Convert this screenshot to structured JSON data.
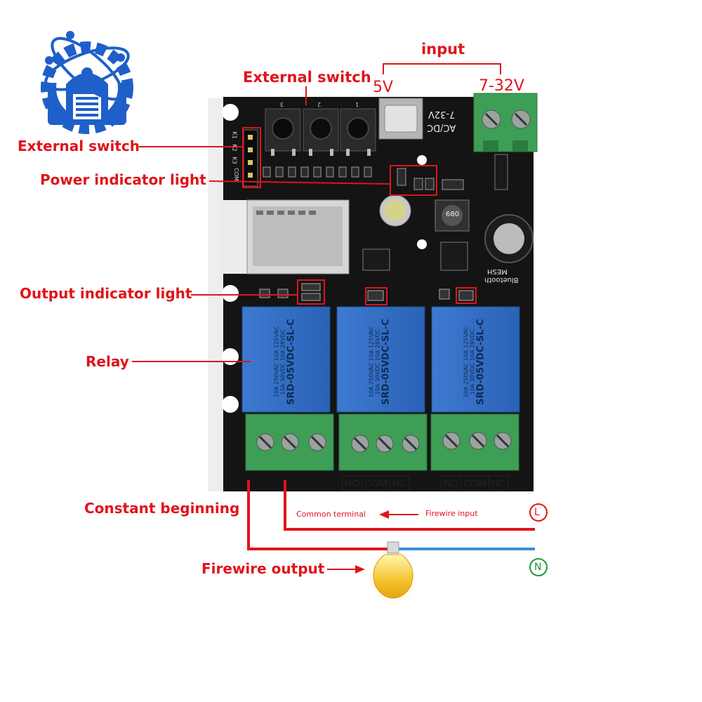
{
  "labels": {
    "input": "input",
    "five_v": "5V",
    "seven_32v": "7-32V",
    "external_switch_top": "External switch",
    "external_switch_left": "External switch",
    "power_indicator": "Power indicator light",
    "output_indicator": "Output indicator light",
    "relay": "Relay",
    "constant_beginning": "Constant beginning",
    "firewire_output": "Firewire output",
    "common_terminal": "Common terminal",
    "firewire_input": "Firewire input",
    "live_symbol": "L",
    "neutral_symbol": "N"
  },
  "board": {
    "pin_labels": [
      "K1",
      "K2",
      "K3",
      "COM"
    ],
    "button_numbers": [
      "3",
      "2",
      "1"
    ],
    "silkscreen_power": "AC/DC",
    "silkscreen_voltage": "7-32V",
    "silkscreen_bluetooth": "Bluetooth",
    "silkscreen_mesh": "MESH",
    "inductor_code": "680",
    "relays": [
      {
        "model": "SRD-05VDC-SL-C",
        "rating_a": "10A 250VAC  10A 125VAC",
        "rating_b": "10A 30VDC  10A 28VDC"
      },
      {
        "model": "SRD-05VDC-SL-C",
        "rating_a": "10A 250VAC  10A 125VAC",
        "rating_b": "10A 30VDC  10A 28VDC"
      },
      {
        "model": "SRD-05VDC-SL-C",
        "rating_a": "10A 250VAC  10A 125VAC",
        "rating_b": "10A 30VDC  10A 28VDC"
      }
    ]
  },
  "terminal_groups": [
    {
      "no": "NO",
      "com": "COM",
      "nc": "NC"
    },
    {
      "no": "NO",
      "com": "COM",
      "nc": "NC"
    }
  ],
  "colors": {
    "annotation_red": "#e0141b",
    "board_black": "#141414",
    "relay_blue": "#2f6fc4",
    "terminal_green": "#3e9e56",
    "neutral_blue": "#3a8fd6",
    "neutral_green": "#1a9a3a",
    "logo_blue": "#1f5fc9"
  }
}
